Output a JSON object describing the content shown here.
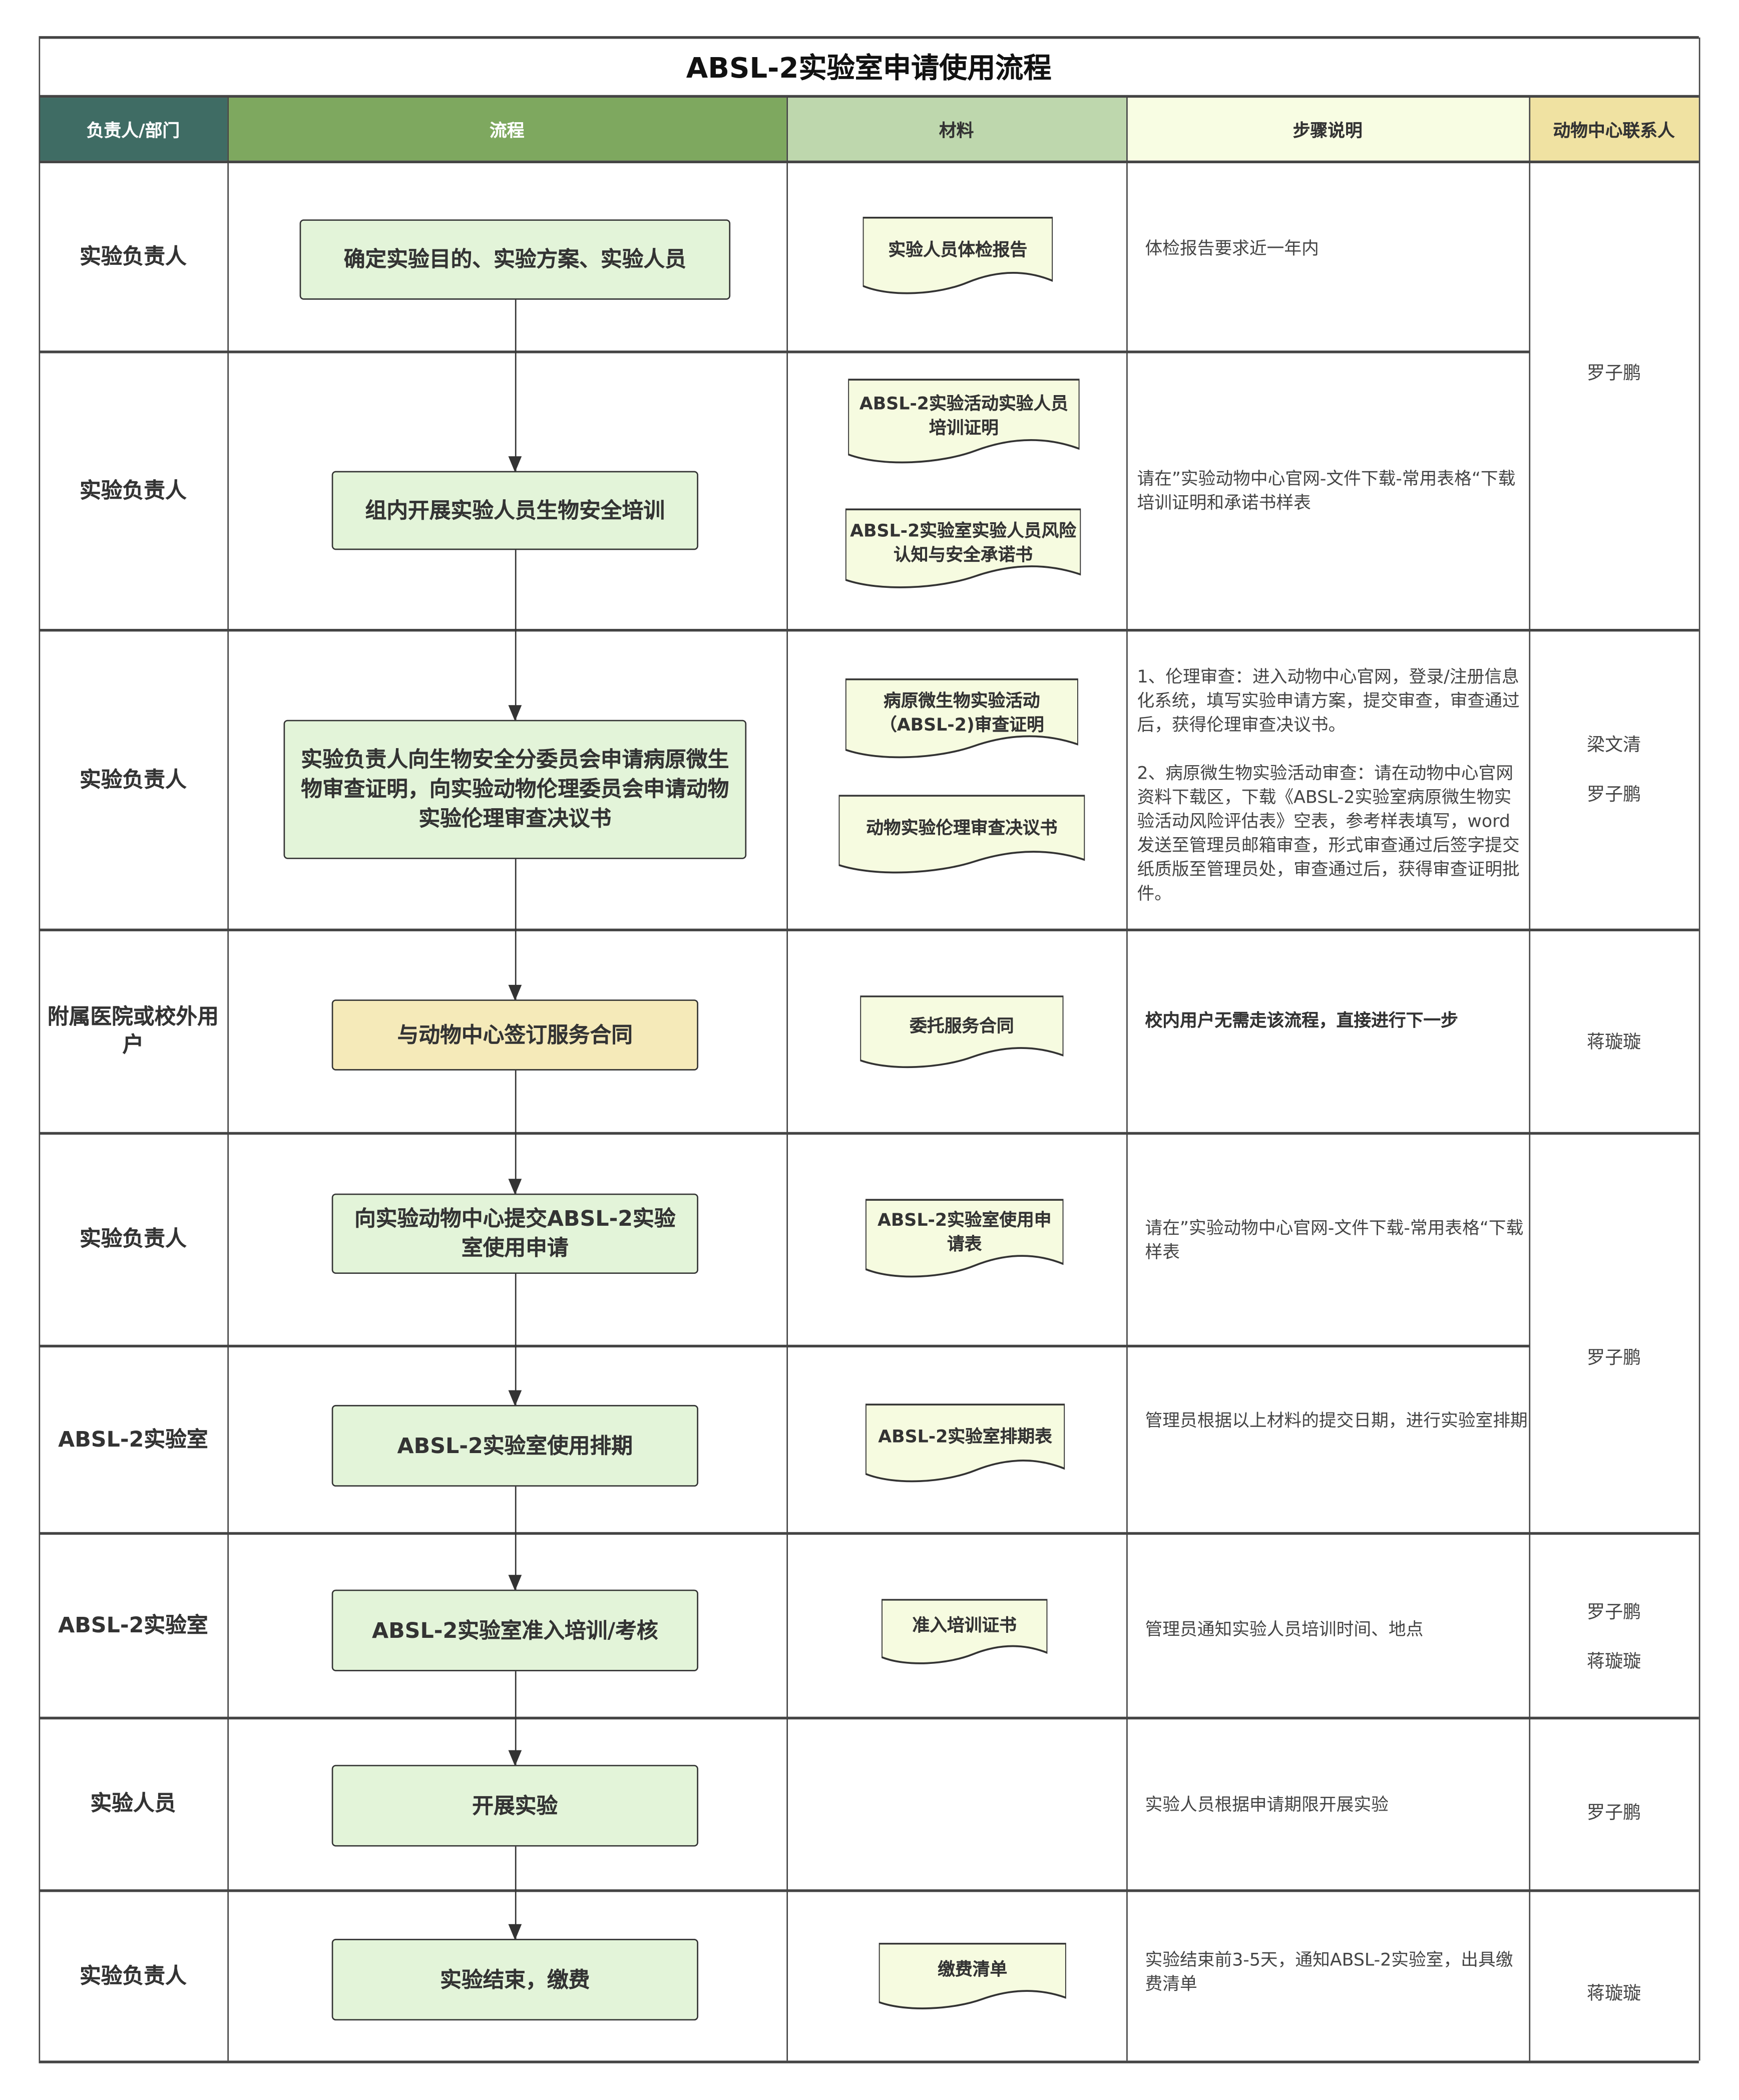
{
  "title": "ABSL-2实验室申请使用流程",
  "headers": {
    "owner": "负责人/部门",
    "flow": "流程",
    "materials": "材料",
    "steps": "步骤说明",
    "contact": "动物中心联系人"
  },
  "colors": {
    "header_owner": "#3f6c64",
    "header_flow": "#7ea85f",
    "header_materials": "#bed7ad",
    "header_steps": "#f8fde3",
    "header_contact": "#f0e2a2",
    "flow_box": "#e3f4d9",
    "flow_box_highlight": "#f5eab9",
    "document": "#f6fbe0"
  },
  "rows": [
    {
      "owner": "实验负责人",
      "step": "确定实验目的、实验方案、实验人员",
      "materials": [
        "实验人员体检报告"
      ],
      "description": "体检报告要求近一年内"
    },
    {
      "owner": "实验负责人",
      "step": "组内开展实验人员生物安全培训",
      "materials": [
        "ABSL-2实验活动实验人员培训证明",
        "ABSL-2实验室实验人员风险认知与安全承诺书"
      ],
      "description": "请在”实验动物中心官网-文件下载-常用表格“下载培训证明和承诺书样表"
    },
    {
      "owner": "实验负责人",
      "step": "实验负责人向生物安全分委员会申请病原微生物审查证明，向实验动物伦理委员会申请动物实验伦理审查决议书",
      "materials": [
        "病原微生物实验活动（ABSL-2)审查证明",
        "动物实验伦理审查决议书"
      ],
      "description": "1、伦理审查：进入动物中心官网，登录/注册信息化系统，填写实验申请方案，提交审查，审查通过后，获得伦理审查决议书。",
      "description2": "2、病原微生物实验活动审查：请在动物中心官网资料下载区，下载《ABSL-2实验室病原微生物实验活动风险评估表》空表，参考样表填写，word发送至管理员邮箱审查，形式审查通过后签字提交纸质版至管理员处，审查通过后，获得审查证明批件。"
    },
    {
      "owner": "附属医院或校外用户",
      "step": "与动物中心签订服务合同",
      "materials": [
        "委托服务合同"
      ],
      "description": "校内用户无需走该流程，直接进行下一步"
    },
    {
      "owner": "实验负责人",
      "step": "向实验动物中心提交ABSL-2实验室使用申请",
      "materials": [
        "ABSL-2实验室使用申请表"
      ],
      "description": "请在”实验动物中心官网-文件下载-常用表格“下载样表"
    },
    {
      "owner": "ABSL-2实验室",
      "step": "ABSL-2实验室使用排期",
      "materials": [
        "ABSL-2实验室排期表"
      ],
      "description": "管理员根据以上材料的提交日期，进行实验室排期"
    },
    {
      "owner": "ABSL-2实验室",
      "step": "ABSL-2实验室准入培训/考核",
      "materials": [
        "准入培训证书"
      ],
      "description": "管理员通知实验人员培训时间、地点"
    },
    {
      "owner": "实验人员",
      "step": "开展实验",
      "materials": [],
      "description": "实验人员根据申请期限开展实验"
    },
    {
      "owner": "实验负责人",
      "step": "实验结束，缴费",
      "materials": [
        "缴费清单"
      ],
      "description": "实验结束前3-5天，通知ABSL-2实验室，出具缴费清单"
    }
  ],
  "contacts": [
    {
      "names": [
        "罗子鹏"
      ]
    },
    {
      "names": [
        "梁文清",
        "罗子鹏"
      ]
    },
    {
      "names": [
        "蒋璇璇"
      ]
    },
    {
      "names": [
        "罗子鹏"
      ]
    },
    {
      "names": [
        "罗子鹏",
        "蒋璇璇"
      ]
    },
    {
      "names": [
        "罗子鹏"
      ]
    },
    {
      "names": [
        "蒋璇璇"
      ]
    }
  ]
}
